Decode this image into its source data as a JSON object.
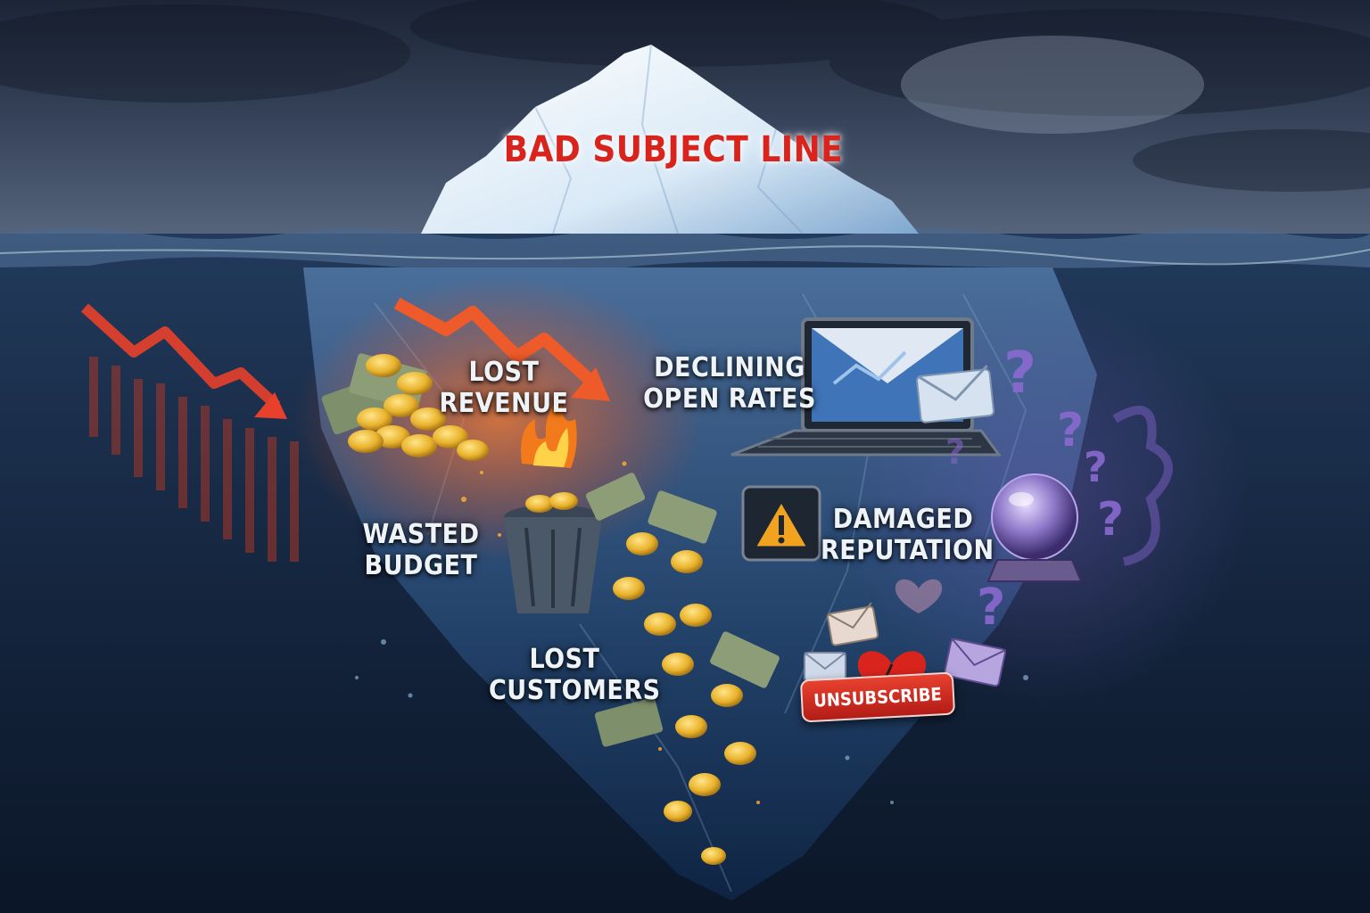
{
  "title": "BAD SUBJECT LINE",
  "labels": {
    "lost_revenue": [
      "LOST",
      "REVENUE"
    ],
    "declining_open_rates": [
      "DECLINING",
      "OPEN RATES"
    ],
    "wasted_budget": [
      "WASTED",
      "BUDGET"
    ],
    "damaged_reputation": [
      "DAMAGED",
      "REPUTATION"
    ],
    "lost_customers": [
      "LOST",
      "CUSTOMERS"
    ]
  },
  "unsubscribe_label": "UNSUBSCRIBE",
  "icons": [
    "iceberg-icon",
    "downtrend-arrow-icon",
    "coin-pile-icon",
    "burning-trash-can-icon",
    "laptop-icon",
    "envelope-icon",
    "warning-icon",
    "crystal-ball-icon",
    "question-mark-icon",
    "broken-heart-icon",
    "banknote-icon"
  ],
  "colors": {
    "title_red": "#d8241c",
    "label_white": "#eef3f8",
    "sea_dark": "#0f1f36",
    "arrow_red": "#e8402a",
    "coin_gold": "#e9b32c",
    "warning_amber": "#f1a31f",
    "mystery_purple": "#8a6ad0",
    "unsubscribe_red": "#c9251b"
  }
}
